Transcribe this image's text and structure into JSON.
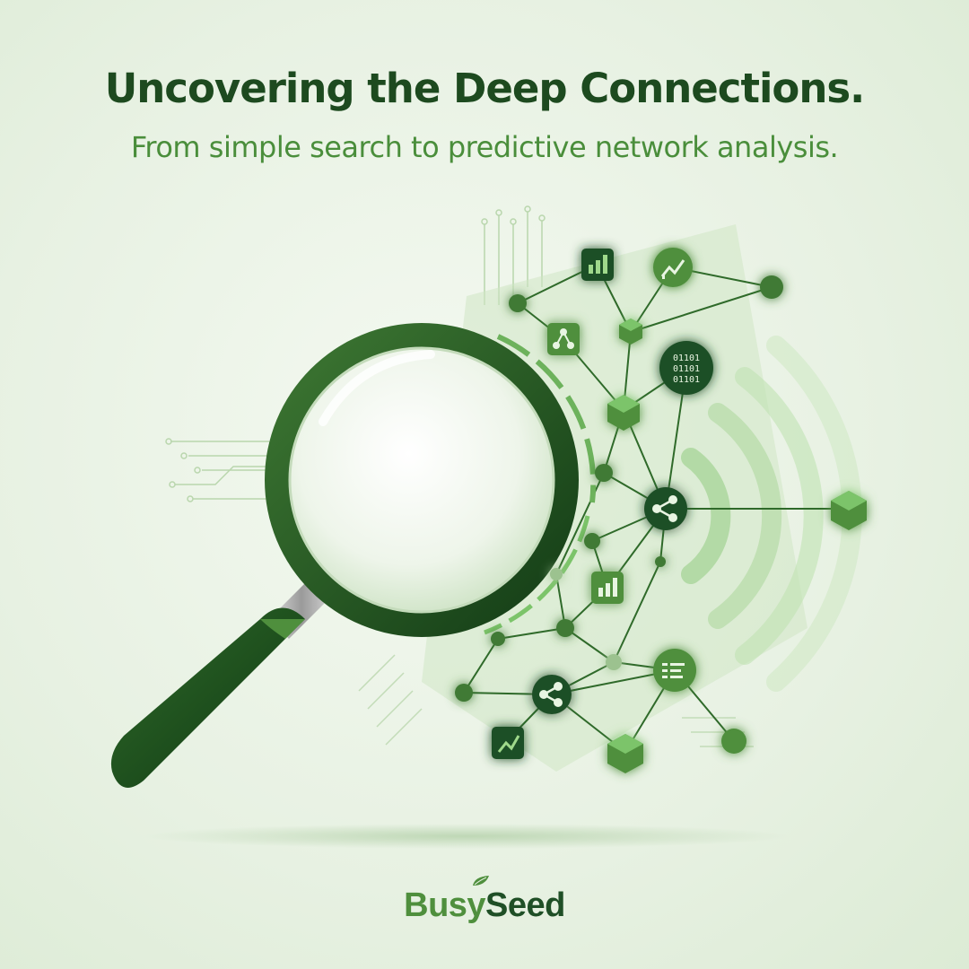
{
  "header": {
    "title": "Uncovering the Deep Connections.",
    "subtitle": "From simple search to predictive network analysis."
  },
  "brand": {
    "part1": "Busy",
    "part2": "Seed"
  },
  "binary_badge": {
    "line1": "01101",
    "line2": "01101",
    "line3": "01101"
  },
  "colors": {
    "dark_green": "#1d4a1f",
    "mid_green": "#4a8e3b",
    "light_green": "#a9d69a",
    "background": "#e7f1e2"
  },
  "icons": [
    "magnifying-glass-icon",
    "bar-chart-icon",
    "trend-chart-icon",
    "share-icon",
    "binary-code-icon",
    "list-icon",
    "cube-icon",
    "leaf-icon"
  ]
}
